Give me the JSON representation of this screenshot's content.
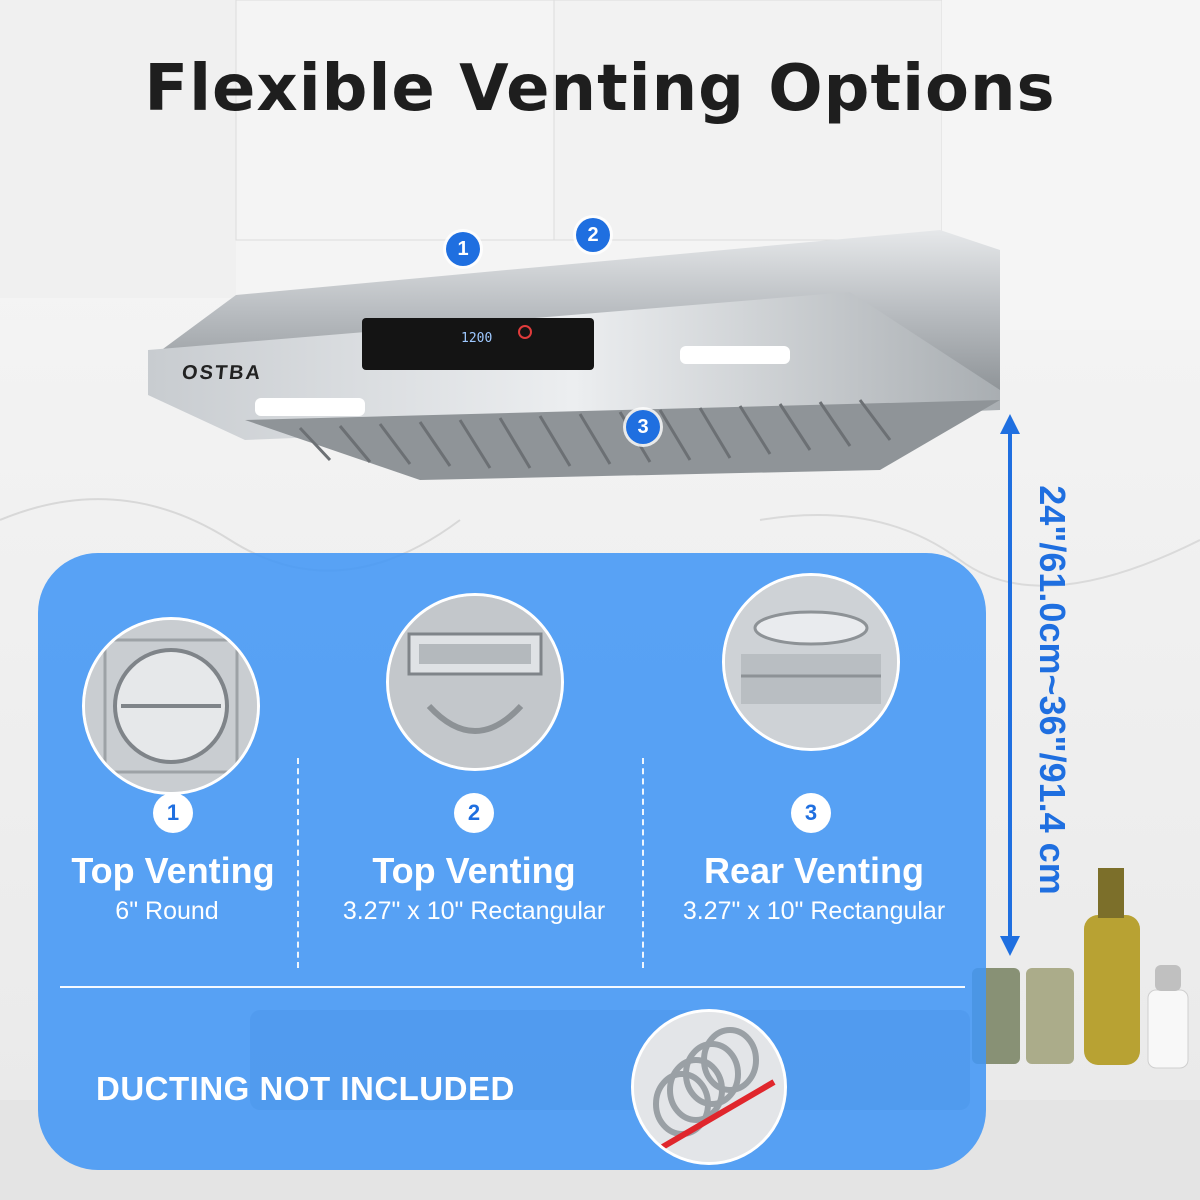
{
  "title": "Flexible Venting Options",
  "hood": {
    "brand": "OSTBA",
    "display_reading": "1200",
    "markers": [
      "1",
      "2",
      "3"
    ]
  },
  "height_range": "24\"/61.0cm~36\"/91.4 cm",
  "options": [
    {
      "number": "1",
      "heading": "Top Venting",
      "detail": "6\" Round"
    },
    {
      "number": "2",
      "heading": "Top Venting",
      "detail": "3.27\" x 10\" Rectangular"
    },
    {
      "number": "3",
      "heading": "Rear Venting",
      "detail": "3.27\" x 10\" Rectangular"
    }
  ],
  "notice": "DUCTING NOT INCLUDED",
  "colors": {
    "accent_blue": "#1f6fe0",
    "panel_blue": "#4296f5",
    "text_white": "#ffffff"
  }
}
